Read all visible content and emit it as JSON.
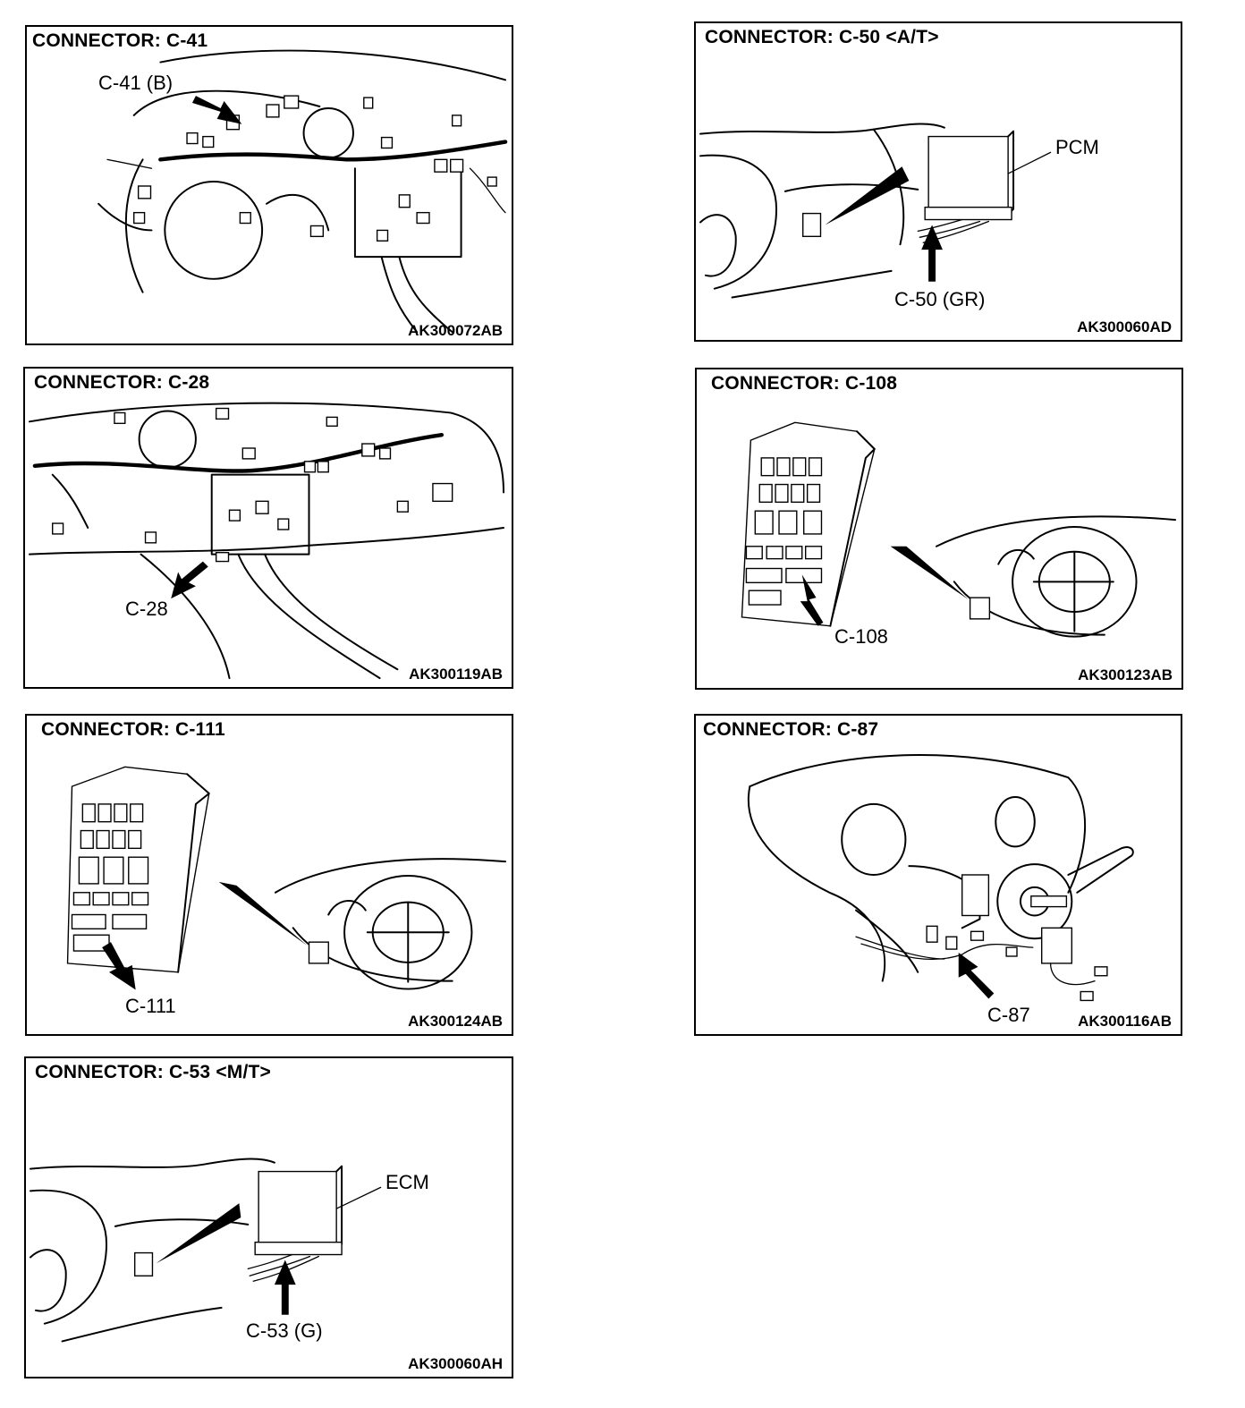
{
  "panels": {
    "c41": {
      "title": "CONNECTOR: C-41",
      "code": "AK300072AB",
      "callout": "C-41 (B)"
    },
    "c50": {
      "title": "CONNECTOR: C-50 <A/T>",
      "code": "AK300060AD",
      "callout": "C-50 (GR)",
      "module": "PCM"
    },
    "c28": {
      "title": "CONNECTOR: C-28",
      "code": "AK300119AB",
      "callout": "C-28"
    },
    "c108": {
      "title": "CONNECTOR: C-108",
      "code": "AK300123AB",
      "callout": "C-108"
    },
    "c111": {
      "title": "CONNECTOR: C-111",
      "code": "AK300124AB",
      "callout": "C-111"
    },
    "c87": {
      "title": "CONNECTOR: C-87",
      "code": "AK300116AB",
      "callout": "C-87"
    },
    "c53": {
      "title": "CONNECTOR: C-53 <M/T>",
      "code": "AK300060AH",
      "callout": "C-53 (G)",
      "module": "ECM"
    }
  },
  "icons": {
    "arrow": "bold-arrow-icon",
    "pointer": "wedge-pointer-icon"
  }
}
